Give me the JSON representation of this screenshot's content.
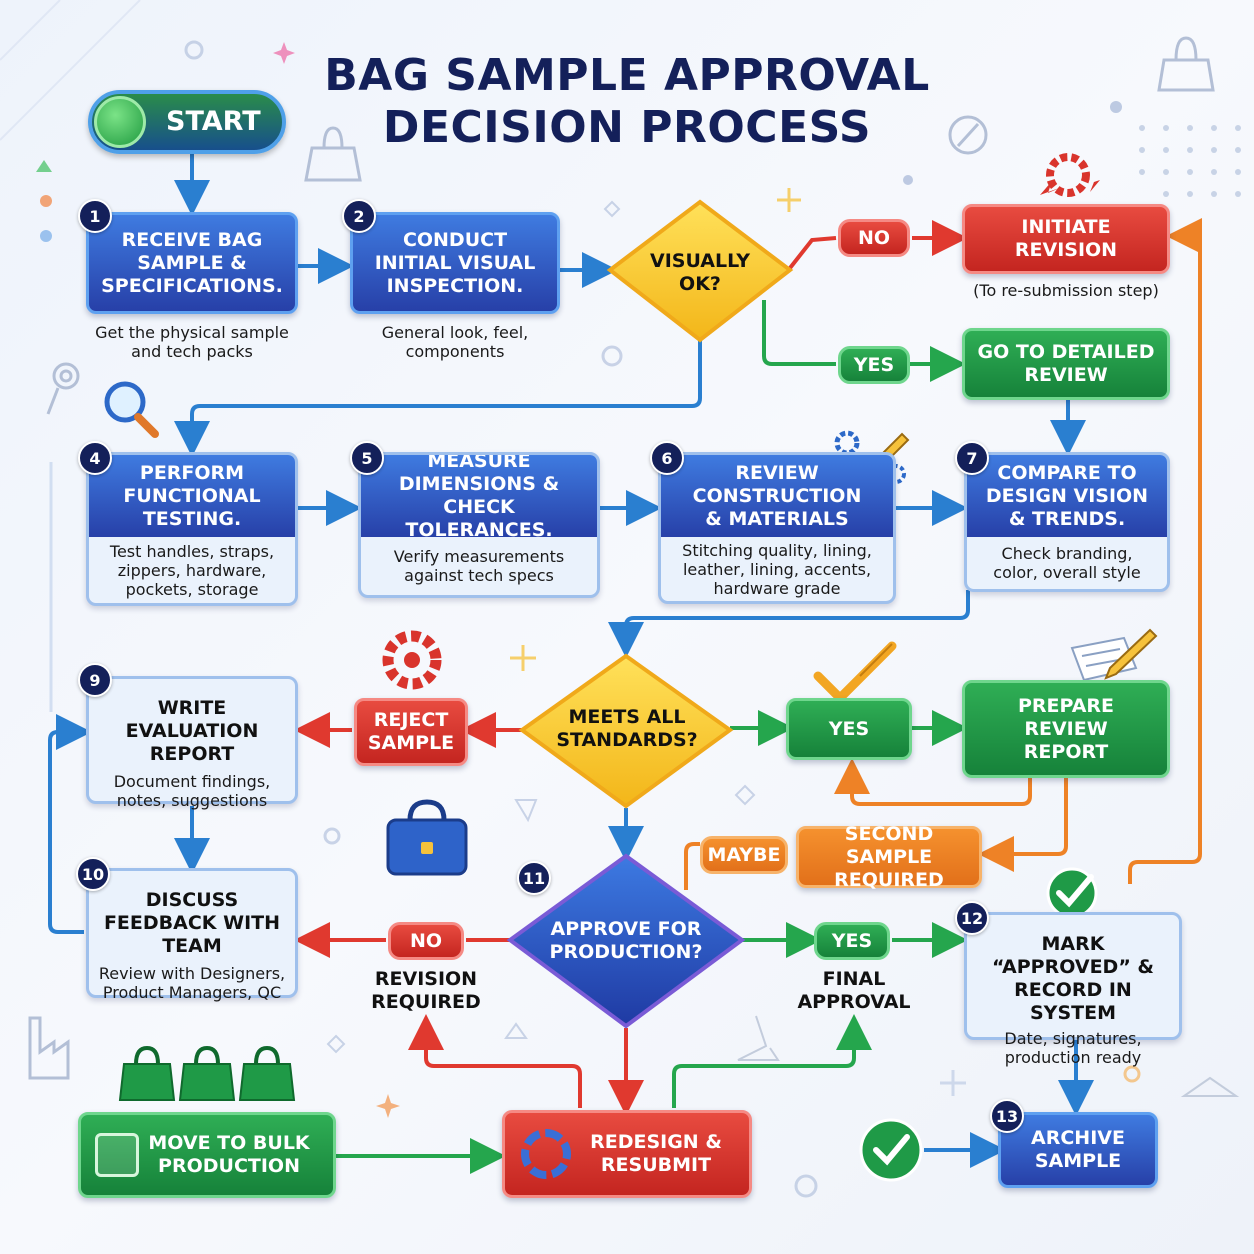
{
  "title": {
    "line1": "BAG SAMPLE APPROVAL",
    "line2": "DECISION PROCESS"
  },
  "start": {
    "label": "START"
  },
  "steps": {
    "s1": {
      "num": "1",
      "title": "RECEIVE BAG SAMPLE & SPECIFICATIONS.",
      "desc": "Get the physical sample and tech packs"
    },
    "s2": {
      "num": "2",
      "title": "CONDUCT INITIAL VISUAL INSPECTION.",
      "desc": "General look, feel, components"
    },
    "s4": {
      "num": "4",
      "title": "PERFORM FUNCTIONAL TESTING.",
      "desc": "Test handles, straps, zippers, hardware, pockets, storage"
    },
    "s5": {
      "num": "5",
      "title": "MEASURE DIMENSIONS & CHECK TOLERANCES.",
      "desc": "Verify measurements against tech specs"
    },
    "s6": {
      "num": "6",
      "title": "REVIEW CONSTRUCTION & MATERIALS",
      "desc": "Stitching quality, lining, leather, lining, accents, hardware grade"
    },
    "s7": {
      "num": "7",
      "title": "COMPARE TO DESIGN VISION & TRENDS.",
      "desc": "Check branding, color, overall style"
    },
    "s9": {
      "num": "9",
      "title": "WRITE EVALUATION REPORT",
      "desc": "Document findings, notes, suggestions"
    },
    "s10": {
      "num": "10",
      "title": "DISCUSS FEEDBACK WITH TEAM",
      "desc": "Review with Designers, Product Managers, QC"
    },
    "s11": {
      "num": "11"
    },
    "s12": {
      "num": "12",
      "title": "MARK “APPROVED” & RECORD IN SYSTEM",
      "desc": "Date, signatures, production ready"
    },
    "s13": {
      "num": "13",
      "title": "ARCHIVE SAMPLE"
    }
  },
  "decisions": {
    "visually_ok": "VISUALLY OK?",
    "meets_standards": "MEETS ALL STANDARDS?",
    "approve_production": "APPROVE FOR PRODUCTION?"
  },
  "actions": {
    "initiate_revision": "INITIATE REVISION",
    "initiate_revision_note": "(To re-submission step)",
    "detailed_review": "GO TO DETAILED REVIEW",
    "reject_sample": "REJECT SAMPLE",
    "prepare_report": "PREPARE REVIEW REPORT",
    "second_sample": "SECOND SAMPLE REQUIRED",
    "bulk_production": "MOVE TO BULK PRODUCTION",
    "redesign": "REDESIGN & RESUBMIT"
  },
  "labels": {
    "no": "NO",
    "yes": "YES",
    "maybe": "MAYBE",
    "revision_required": "REVISION REQUIRED",
    "final_approval": "FINAL APPROVAL"
  },
  "colors": {
    "navy": "#14205a",
    "blue": "#2f5fcf",
    "green": "#1f9a47",
    "red": "#d9342c",
    "orange": "#ee8226",
    "yellow": "#f7c62a",
    "arrow_blue": "#2a7fd0"
  }
}
